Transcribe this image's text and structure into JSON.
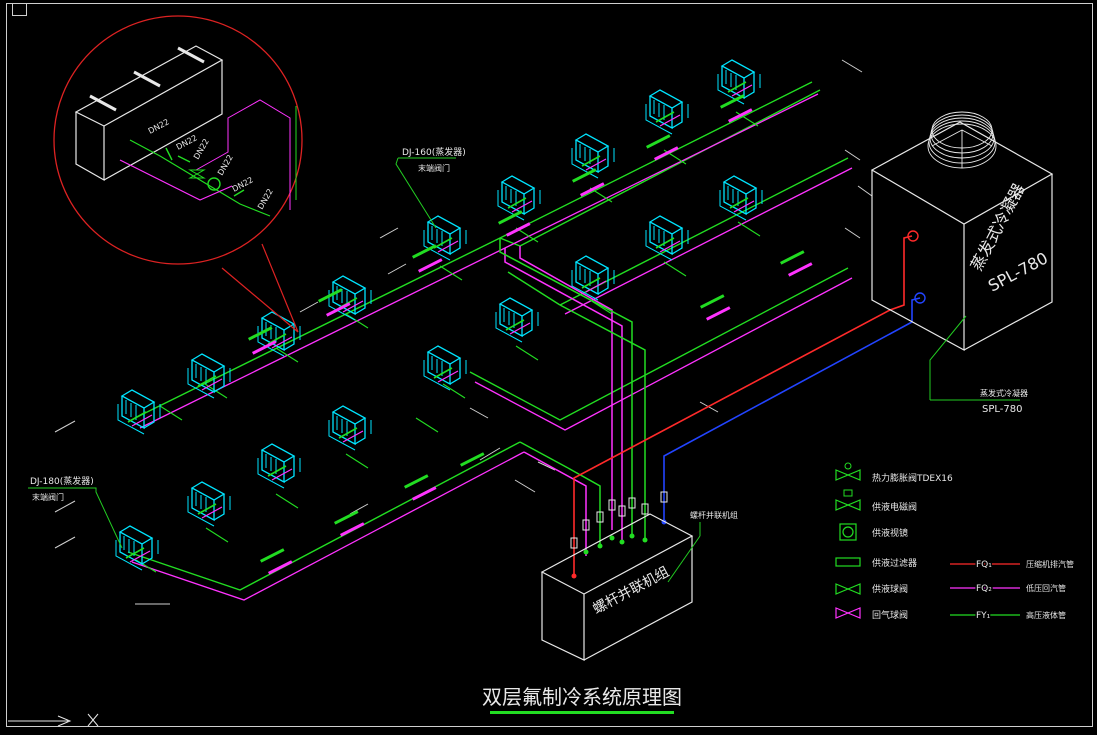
{
  "diagram": {
    "title": "双层氟制冷系统原理图",
    "condenser": {
      "face_label": "蒸发式冷凝器",
      "model": "SPL-780",
      "callout": "蒸发式冷凝器",
      "callout_model": "SPL-780"
    },
    "compressor_unit": {
      "face_label": "螺杆并联机组",
      "callout": "螺杆并联机组"
    },
    "evaporator_upper": {
      "model": "DJ-160(蒸发器)",
      "note": "末端阀门"
    },
    "evaporator_lower": {
      "model": "DJ-180(蒸发器)",
      "note": "末端阀门"
    },
    "detail_labels": [
      "DN22",
      "DN22",
      "DN22",
      "DN22",
      "DN22",
      "DN22"
    ],
    "legend": {
      "valves": [
        {
          "icon": "expansion-valve-icon",
          "label": "热力膨胀阀TDEX16"
        },
        {
          "icon": "solenoid-valve-icon",
          "label": "供液电磁阀"
        },
        {
          "icon": "sight-glass-icon",
          "label": "供液视镜"
        },
        {
          "icon": "filter-icon",
          "label": "供液过滤器"
        },
        {
          "icon": "ball-valve-icon",
          "label": "供液球阀"
        },
        {
          "icon": "return-valve-icon",
          "label": "回气球阀"
        }
      ],
      "pipes": [
        {
          "code": "FQ₁",
          "label": "压缩机排汽管",
          "color": "#ff2a2a"
        },
        {
          "code": "FQ₂",
          "label": "低压回汽管",
          "color": "#ff33ff"
        },
        {
          "code": "FY₁",
          "label": "高压液体管",
          "color": "#22dd22"
        }
      ]
    },
    "colors": {
      "equipment": "#00e5ff",
      "discharge": "#ff2a2a",
      "suction": "#ff33ff",
      "liquid": "#22dd22",
      "condenser_water": "#2244ff",
      "outline": "#e8e8e8",
      "leader": "#22cc22",
      "detail_circle": "#dd2222"
    }
  }
}
